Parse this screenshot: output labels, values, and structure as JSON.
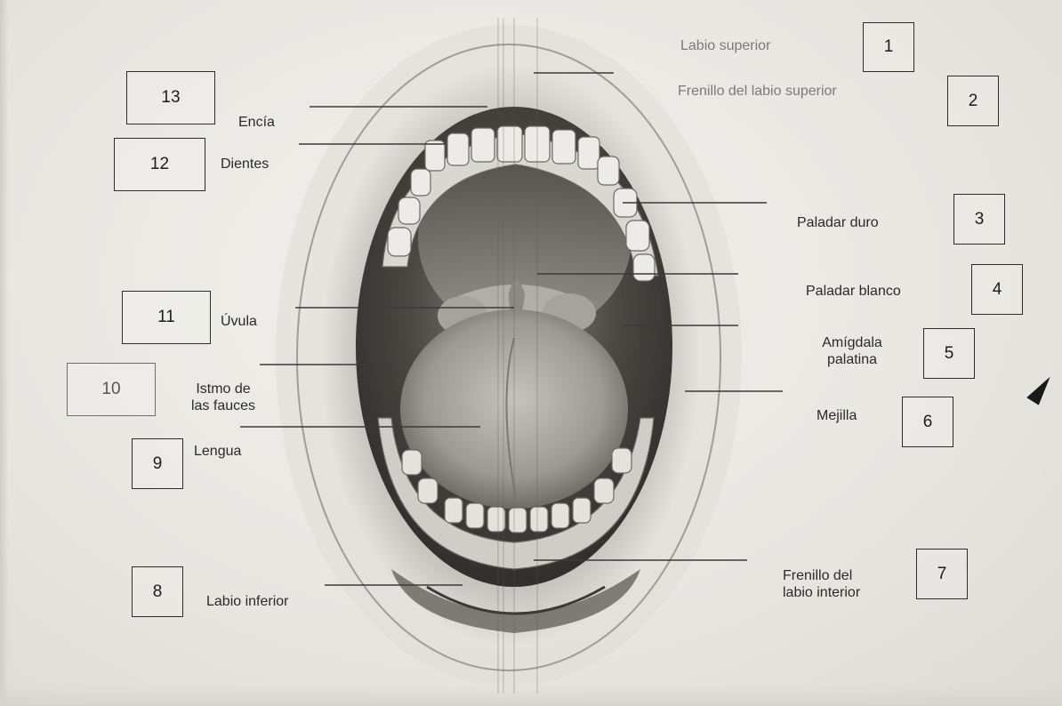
{
  "labels": {
    "l1": "Labio superior",
    "l2": "Frenillo del labio superior",
    "l3": "Paladar duro",
    "l4": "Paladar blanco",
    "l5a": "Amígdala",
    "l5b": "palatina",
    "l6": "Mejilla",
    "l7a": "Frenillo del",
    "l7b": "labio interior",
    "l8": "Labio inferior",
    "l9": "Lengua",
    "l10a": "Istmo de",
    "l10b": "las fauces",
    "l11": "Úvula",
    "l12": "Dientes",
    "l13": "Encía"
  },
  "numbers": {
    "n1": "1",
    "n2": "2",
    "n3": "3",
    "n4": "4",
    "n5": "5",
    "n6": "6",
    "n7": "7",
    "n8": "8",
    "n9": "9",
    "n10": "10",
    "n11": "11",
    "n12": "12",
    "n13": "13"
  },
  "colors": {
    "paper": "#eceae5",
    "ink": "#2a2a2a",
    "box_border": "#2c2c2c"
  }
}
